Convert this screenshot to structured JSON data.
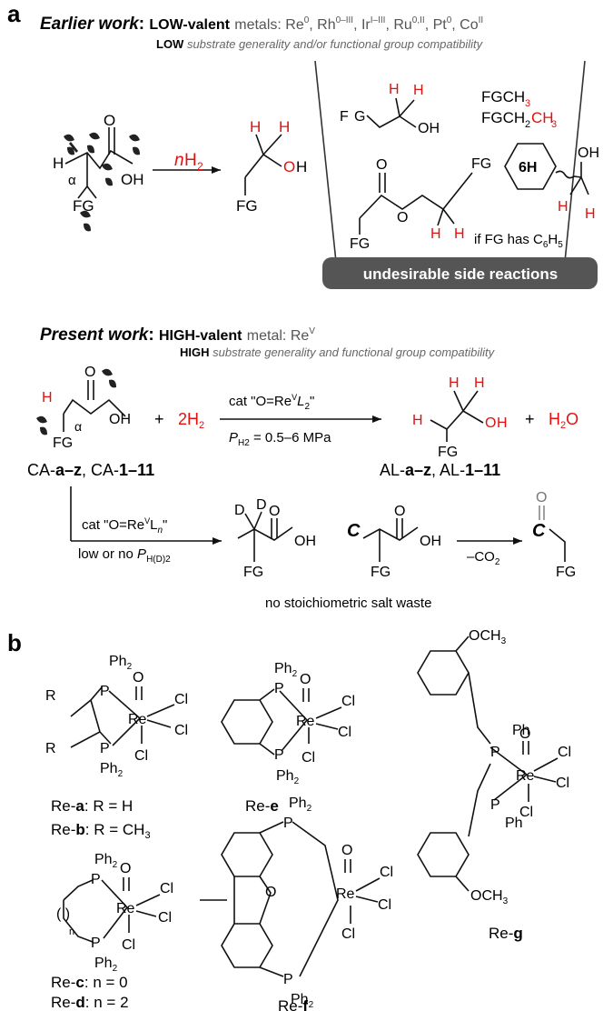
{
  "panel_a": {
    "label": "a",
    "earlier": {
      "title": "Earlier work",
      "colon": ":",
      "valence": "LOW-valent",
      "metals_text": "metals: Re",
      "m1_sup": "0",
      "m2": ", Rh",
      "m2_sup": "0–III",
      "m3": ", Ir",
      "m3_sup": "I–III",
      "m4": ", Ru",
      "m4_sup": "0,II",
      "m5": ", Pt",
      "m5_sup": "0",
      "m6": ", Co",
      "m6_sup": "II",
      "sub_bold": "LOW",
      "sub_italic": "substrate generality and/or functional group compatibility",
      "reagent_n": "n",
      "reagent_h": "H",
      "reagent_sub": "2",
      "side_reactions": "undesirable side reactions",
      "if_fg_text": "if FG has C",
      "if_fg_sub1": "6",
      "if_fg_h": "H",
      "if_fg_sub2": "5",
      "six_h": "6H",
      "fgch3": "FGCH",
      "fgch3_sub": "3",
      "fgch2": "FGCH",
      "fgch2_sub": "2",
      "fgch2_c": "CH",
      "fgch2_sub2": "3"
    },
    "present": {
      "title": "Present work",
      "colon": ":",
      "valence": "HIGH-valent",
      "metal_text": "metal: Re",
      "metal_sup": "V",
      "sub_bold": "HIGH",
      "sub_italic": "substrate generality and functional group compatibility",
      "h2_coeff": "2H",
      "h2_sub": "2",
      "plus": "+",
      "cat1": "cat \"O=Re",
      "cat1_sup": "V",
      "cat1_l": "L",
      "cat1_sub": "2",
      "cat1_end": "\"",
      "pressure_p": "P",
      "pressure_sub": "H2",
      "pressure_val": " = 0.5–6 MPa",
      "water_h": "H",
      "water_sub": "2",
      "water_o": "O",
      "ca_label_1": "CA-",
      "ca_label_2": "a–z",
      "ca_label_3": ", CA-",
      "ca_label_4": "1–11",
      "al_label_1": "AL-",
      "al_label_2": "a–z",
      "al_label_3": ", AL-",
      "al_label_4": "1–11",
      "cat2": "cat \"O=Re",
      "cat2_sup": "V",
      "cat2_l": "L",
      "cat2_sub": "n",
      "cat2_end": "\"",
      "low_text": "low or no ",
      "low_p": "P",
      "low_sub": "H(D)2",
      "co2": "–CO",
      "co2_sub": "2",
      "no_salt": "no stoichiometric salt waste"
    }
  },
  "panel_b": {
    "label": "b",
    "re_a_1": "Re-",
    "re_a_2": "a",
    "re_a_3": ": R = H",
    "re_b_1": "Re-",
    "re_b_2": "b",
    "re_b_3": ": R = CH",
    "re_b_sub": "3",
    "re_c_1": "Re-",
    "re_c_2": "c",
    "re_c_3": ": n = 0",
    "re_d_1": "Re-",
    "re_d_2": "d",
    "re_d_3": ": n = 2",
    "re_e_1": "Re-",
    "re_e_2": "e",
    "re_f_1": "Re-",
    "re_f_2": "f",
    "re_g_1": "Re-",
    "re_g_2": "g",
    "ome": "OCH",
    "ome_sub": "3"
  },
  "atoms": {
    "H": "H",
    "O": "O",
    "OH": "OH",
    "FG": "FG",
    "F": "F",
    "G": "G",
    "D": "D",
    "alpha": "α",
    "P": "P",
    "Ph": "Ph",
    "Ph2_ph": "Ph",
    "Ph2_sub": "2",
    "Re": "Re",
    "Cl": "Cl",
    "R": "R",
    "n": "n",
    "C": "C",
    "paren": "( )"
  },
  "colors": {
    "accent_red": "#e0120f",
    "box_fill": "#555555",
    "box_text": "#ffffff"
  }
}
